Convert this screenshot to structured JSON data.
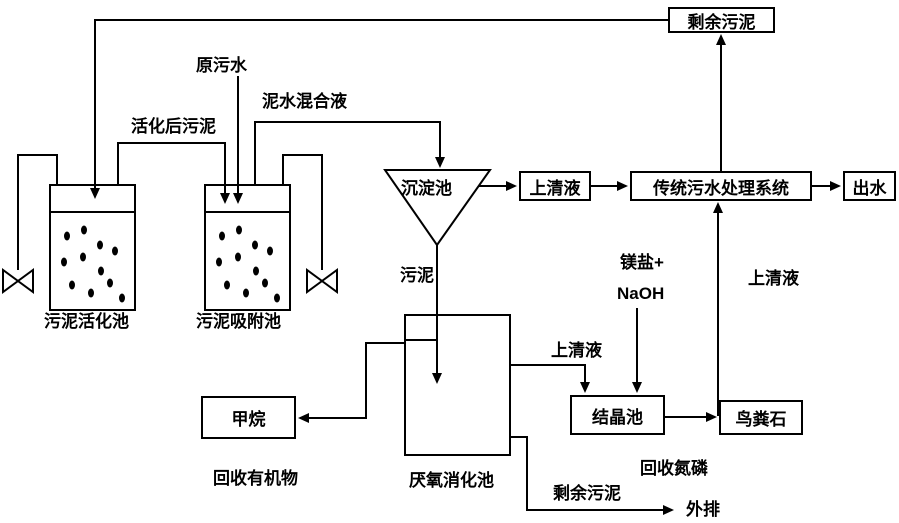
{
  "diagram": {
    "boxes": {
      "surplus_sludge_top": "剩余污泥",
      "supernatant_mid": "上清液",
      "traditional_system": "传统污水处理系统",
      "effluent": "出水",
      "methane": "甲烷",
      "crystallization_tank": "结晶池",
      "struvite": "鸟粪石"
    },
    "labels": {
      "raw_sewage": "原污水",
      "mud_water_mixture": "泥水混合液",
      "activated_sludge": "活化后污泥",
      "sedimentation_tank": "沉淀池",
      "sludge": "污泥",
      "sludge_activation_tank": "污泥活化池",
      "sludge_adsorption_tank": "污泥吸附池",
      "magnesium_salt_line1": "镁盐+",
      "magnesium_salt_line2": "NaOH",
      "supernatant_right": "上清液",
      "supernatant_lower": "上清液",
      "recover_organics": "回收有机物",
      "anaerobic_digestion_tank": "厌氧消化池",
      "recover_nitrogen_phosphorus": "回收氮磷",
      "surplus_sludge_bottom": "剩余污泥",
      "discharge": "外排"
    },
    "icons": {
      "aerator_left": "aerator-bowtie-icon",
      "aerator_right": "aerator-bowtie-icon"
    },
    "colors": {
      "line": "#000000",
      "background": "#ffffff",
      "text": "#000000"
    }
  }
}
